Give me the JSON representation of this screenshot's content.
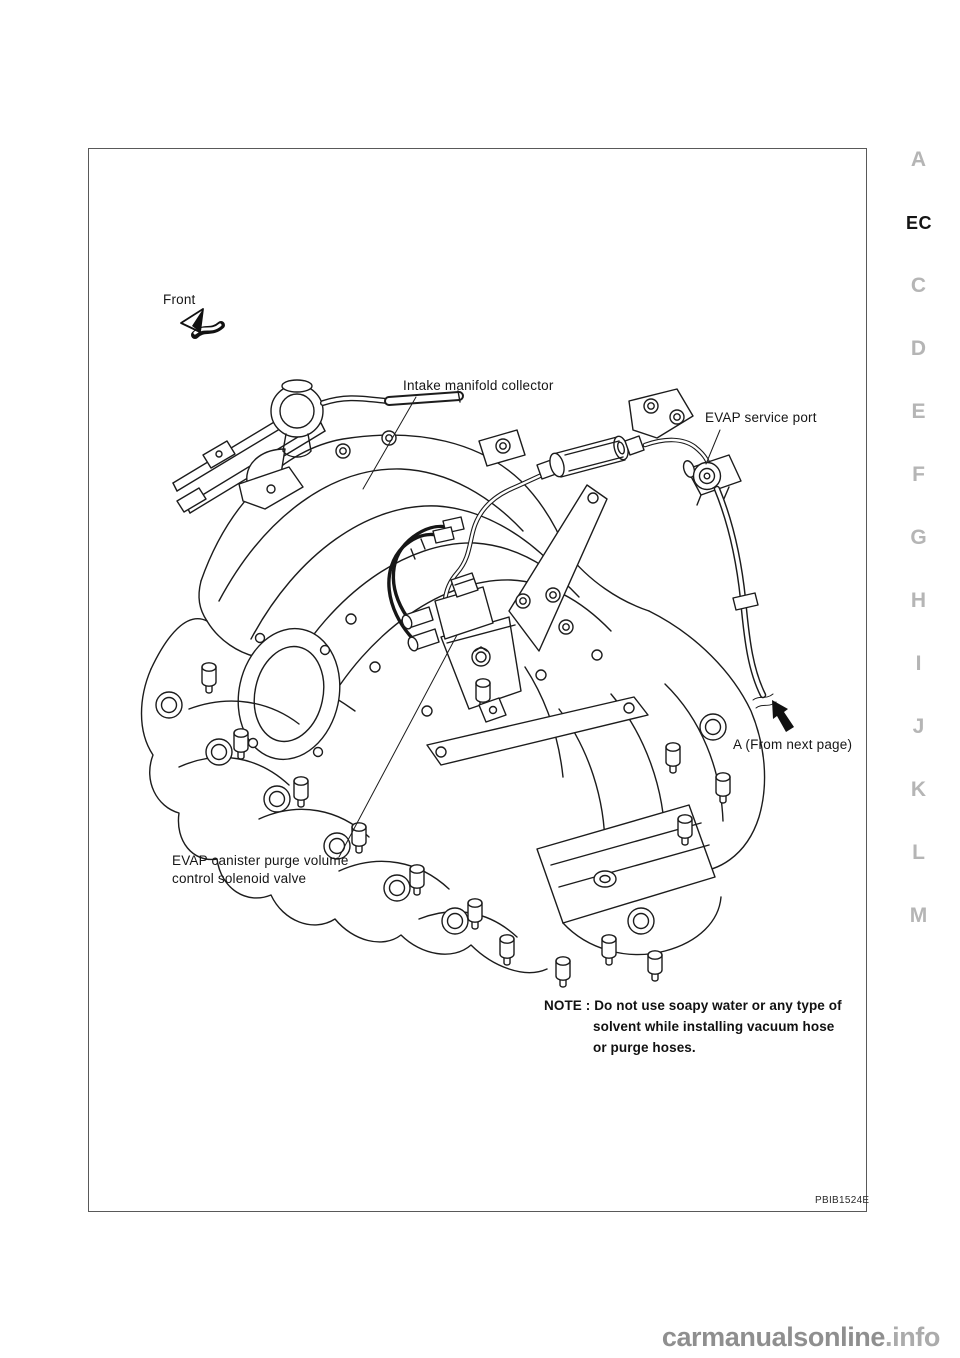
{
  "figure": {
    "code": "PBIB1524E",
    "line_color": "#1c1c1c",
    "frame_border_color": "#595959",
    "labels": {
      "front": "Front",
      "intake": "Intake manifold collector",
      "service_port": "EVAP service port",
      "from_next_page": "A (From next page)",
      "solenoid_line1": "EVAP canister purge volume",
      "solenoid_line2": "control solenoid valve"
    },
    "note": {
      "line1": "NOTE : Do not use soapy water or any type of",
      "line2": "solvent while installing vacuum hose",
      "line3": "or purge hoses."
    }
  },
  "sidebar": {
    "active_section": "EC",
    "inactive_color": "#b5b5b5",
    "active_color": "#141414",
    "letters": [
      {
        "label": "A"
      },
      {
        "label": "EC",
        "active": true
      },
      {
        "label": "C"
      },
      {
        "label": "D"
      },
      {
        "label": "E"
      },
      {
        "label": "F"
      },
      {
        "label": "G"
      },
      {
        "label": "H"
      },
      {
        "label": "I"
      },
      {
        "label": "J"
      },
      {
        "label": "K"
      },
      {
        "label": "L"
      },
      {
        "label": "M"
      }
    ]
  },
  "watermark": {
    "site": "carmanualsonline",
    "tld": ".info",
    "site_color": "#8f8f8f",
    "tld_color": "#ababab"
  }
}
